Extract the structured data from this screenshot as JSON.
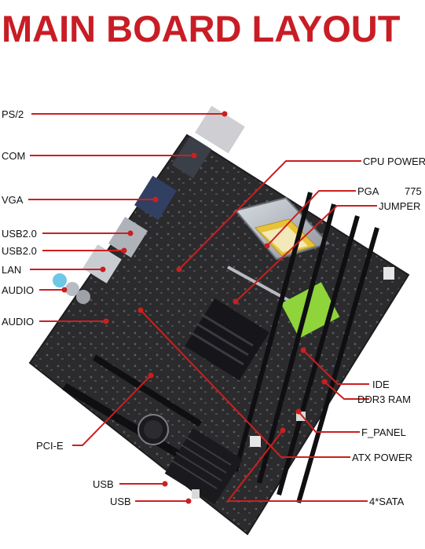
{
  "title": "MAIN BOARD LAYOUT",
  "colors": {
    "title": "#c81d25",
    "leader": "#cc1f1f",
    "board": "#2b2b2d",
    "chip_highlight": "#8fd43a"
  },
  "left_labels": {
    "ps2": "PS/2",
    "com": "COM",
    "vga": "VGA",
    "usb_1": "USB2.0",
    "usb_2": "USB2.0",
    "lan": "LAN",
    "audio_1": "AUDIO",
    "audio_2": "AUDIO",
    "pcie": "PCI-E",
    "usb_3": "USB",
    "usb_4": "USB"
  },
  "right_labels": {
    "cpu_power": "CPU POWER",
    "pga": "PGA",
    "pga_num": "775",
    "jumper": "JUMPER",
    "ide": "IDE",
    "ddr3": "DDR3 RAM",
    "f_panel": "F_PANEL",
    "atx_power": "ATX POWER",
    "sata": "4*SATA"
  },
  "icons": [
    "motherboard-image",
    "cpu-socket-icon",
    "heatsink-icon",
    "battery-icon"
  ]
}
